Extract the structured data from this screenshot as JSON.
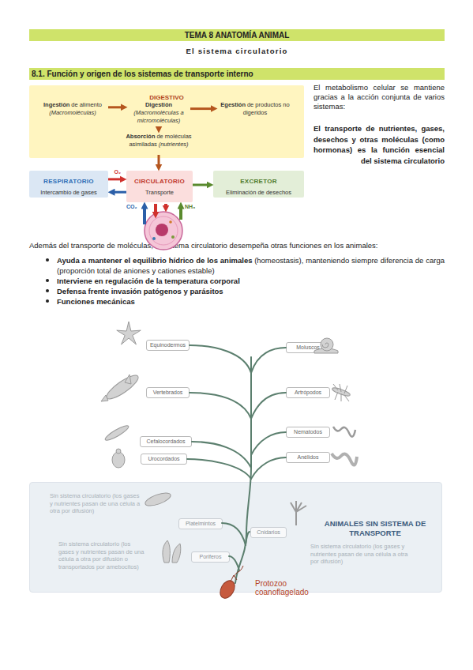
{
  "diagram": {
    "title": "TEMA 8 ANATOMÍA ANIMAL",
    "nodes": [
      {
        "text": [
          "DIGESTIVO"
        ]
      },
      {
        "text": [
          "Ingestión",
          "de alimento",
          "(Macromoléculas)"
        ],
        "in": 0
      },
      {
        "text": [
          "Digestión",
          "(Macromoléculas a micromoléculas)"
        ],
        "in": 0
      },
      {
        "text": [
          "Egestión",
          "de productos no digeridos"
        ],
        "in": 0
      },
      {
        "text": [
          "Absorción",
          "de moléculas asimiladas",
          "(nutrientes)"
        ],
        "in": 0
      },
      {
        "text": [
          "RESPIRATORIO",
          "Intercambio de gases"
        ]
      },
      {
        "text": [
          "CIRCULATORIO",
          "Transporte"
        ]
      },
      {
        "text": [
          "EXCRETOR",
          "Eliminación de desechos"
        ]
      },
      {
        "text": [
          "Equinodermos"
        ]
      },
      {
        "text": [
          "Moluscos"
        ]
      },
      {
        "text": [
          "Vertebrados"
        ]
      },
      {
        "text": [
          "Artrópodos"
        ]
      },
      {
        "text": [
          "Cefalocordados"
        ]
      },
      {
        "text": [
          "Nematodos"
        ]
      },
      {
        "text": [
          "Urocordados"
        ]
      },
      {
        "text": [
          "Anélidos"
        ]
      },
      {
        "text": [
          "Sin sistema circulatorio (los gases y nutrientes pasan de una célula a otra por difusión)",
          "ANIMALES SIN SISTEMA DE TRANSPORTE",
          "Sin sistema circulatorio (los gases y nutrientes pasan de una célula a otra por difusión)",
          "Sin sistema circulatorio (los gases y nutrientes pasan de una célula a otra por difusión o transportados por amebocitos)"
        ]
      },
      {
        "text": [
          "Platelmintos"
        ],
        "in": 16
      },
      {
        "text": [
          "Cnidarios"
        ],
        "in": 16
      },
      {
        "text": [
          "Poriferos"
        ],
        "in": 16
      }
    ],
    "edges": [
      {
        "from": 1,
        "to": 2,
        "arrow": "to"
      },
      {
        "from": 2,
        "to": 3,
        "arrow": "to"
      },
      {
        "from": 2,
        "to": 4,
        "arrow": "to"
      },
      {
        "from": 4,
        "to": 6,
        "arrow": "to"
      },
      {
        "from": 5,
        "to": 6,
        "arrow": "to",
        "label": "O₂"
      },
      {
        "from": 6,
        "to": 5,
        "arrow": "to"
      },
      {
        "from": 6,
        "to": 7,
        "arrow": "to"
      }
    ],
    "labels": [
      "El sistema circulatorio",
      "8.1. Función y origen de los sistemas de transporte interno",
      "CO₂",
      "NH₃",
      "El metabolismo celular se mantiene gracias a la acción conjunta de varios sistemas:",
      "El transporte de nutrientes, gases, desechos y otras moléculas (como hormonas) es la función esencial del sistema circulatorio",
      "Además del transporte de moléculas, el sistema circulatorio desempeña otras funciones en los animales:",
      "Ayuda a mantener el equilibrio hídrico de los animales",
      "(homeostasis), manteniendo siempre diferencia de carga (proporción total de aniones y cationes estable)",
      "Interviene en regulación de la temperatura corporal",
      "Defensa frente invasión patógenos y parásitos",
      "Funciones mecánicas",
      "Protozoo coanoflagelado"
    ]
  }
}
